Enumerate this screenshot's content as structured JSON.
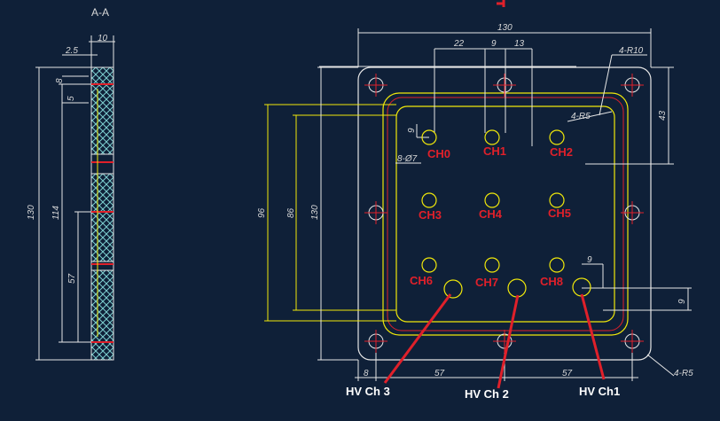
{
  "section": {
    "title": "A-A"
  },
  "side_view": {
    "dims": {
      "top_width": "10",
      "offset": "2.5",
      "d8": "8",
      "d5": "5",
      "overall": "130",
      "mid": "114",
      "half": "57"
    }
  },
  "plan_view": {
    "dims": {
      "overall_width": "130",
      "d22": "22",
      "d9": "9",
      "d13": "13",
      "corner_radius": "4-R10",
      "inner_radius": "4-R5",
      "right_43": "43",
      "left_96": "96",
      "left_86": "86",
      "left_130": "130",
      "hole_label": "8-Ø7",
      "hole_offset": "9",
      "bottom_8": "8",
      "bottom_57a": "57",
      "bottom_57b": "57",
      "bottom_radius": "4-R5",
      "right_9": "9",
      "top_9": "9"
    },
    "channels": [
      "CH0",
      "CH1",
      "CH2",
      "CH3",
      "CH4",
      "CH5",
      "CH6",
      "CH7",
      "CH8"
    ],
    "hv_labels": [
      "HV Ch 3",
      "HV Ch 2",
      "HV Ch1"
    ]
  },
  "colors": {
    "background": "#0f2038",
    "outline": "#e6e6e6",
    "yellow": "#f0e80a",
    "red": "#e0202a",
    "hatch": "#7dcfd0"
  }
}
